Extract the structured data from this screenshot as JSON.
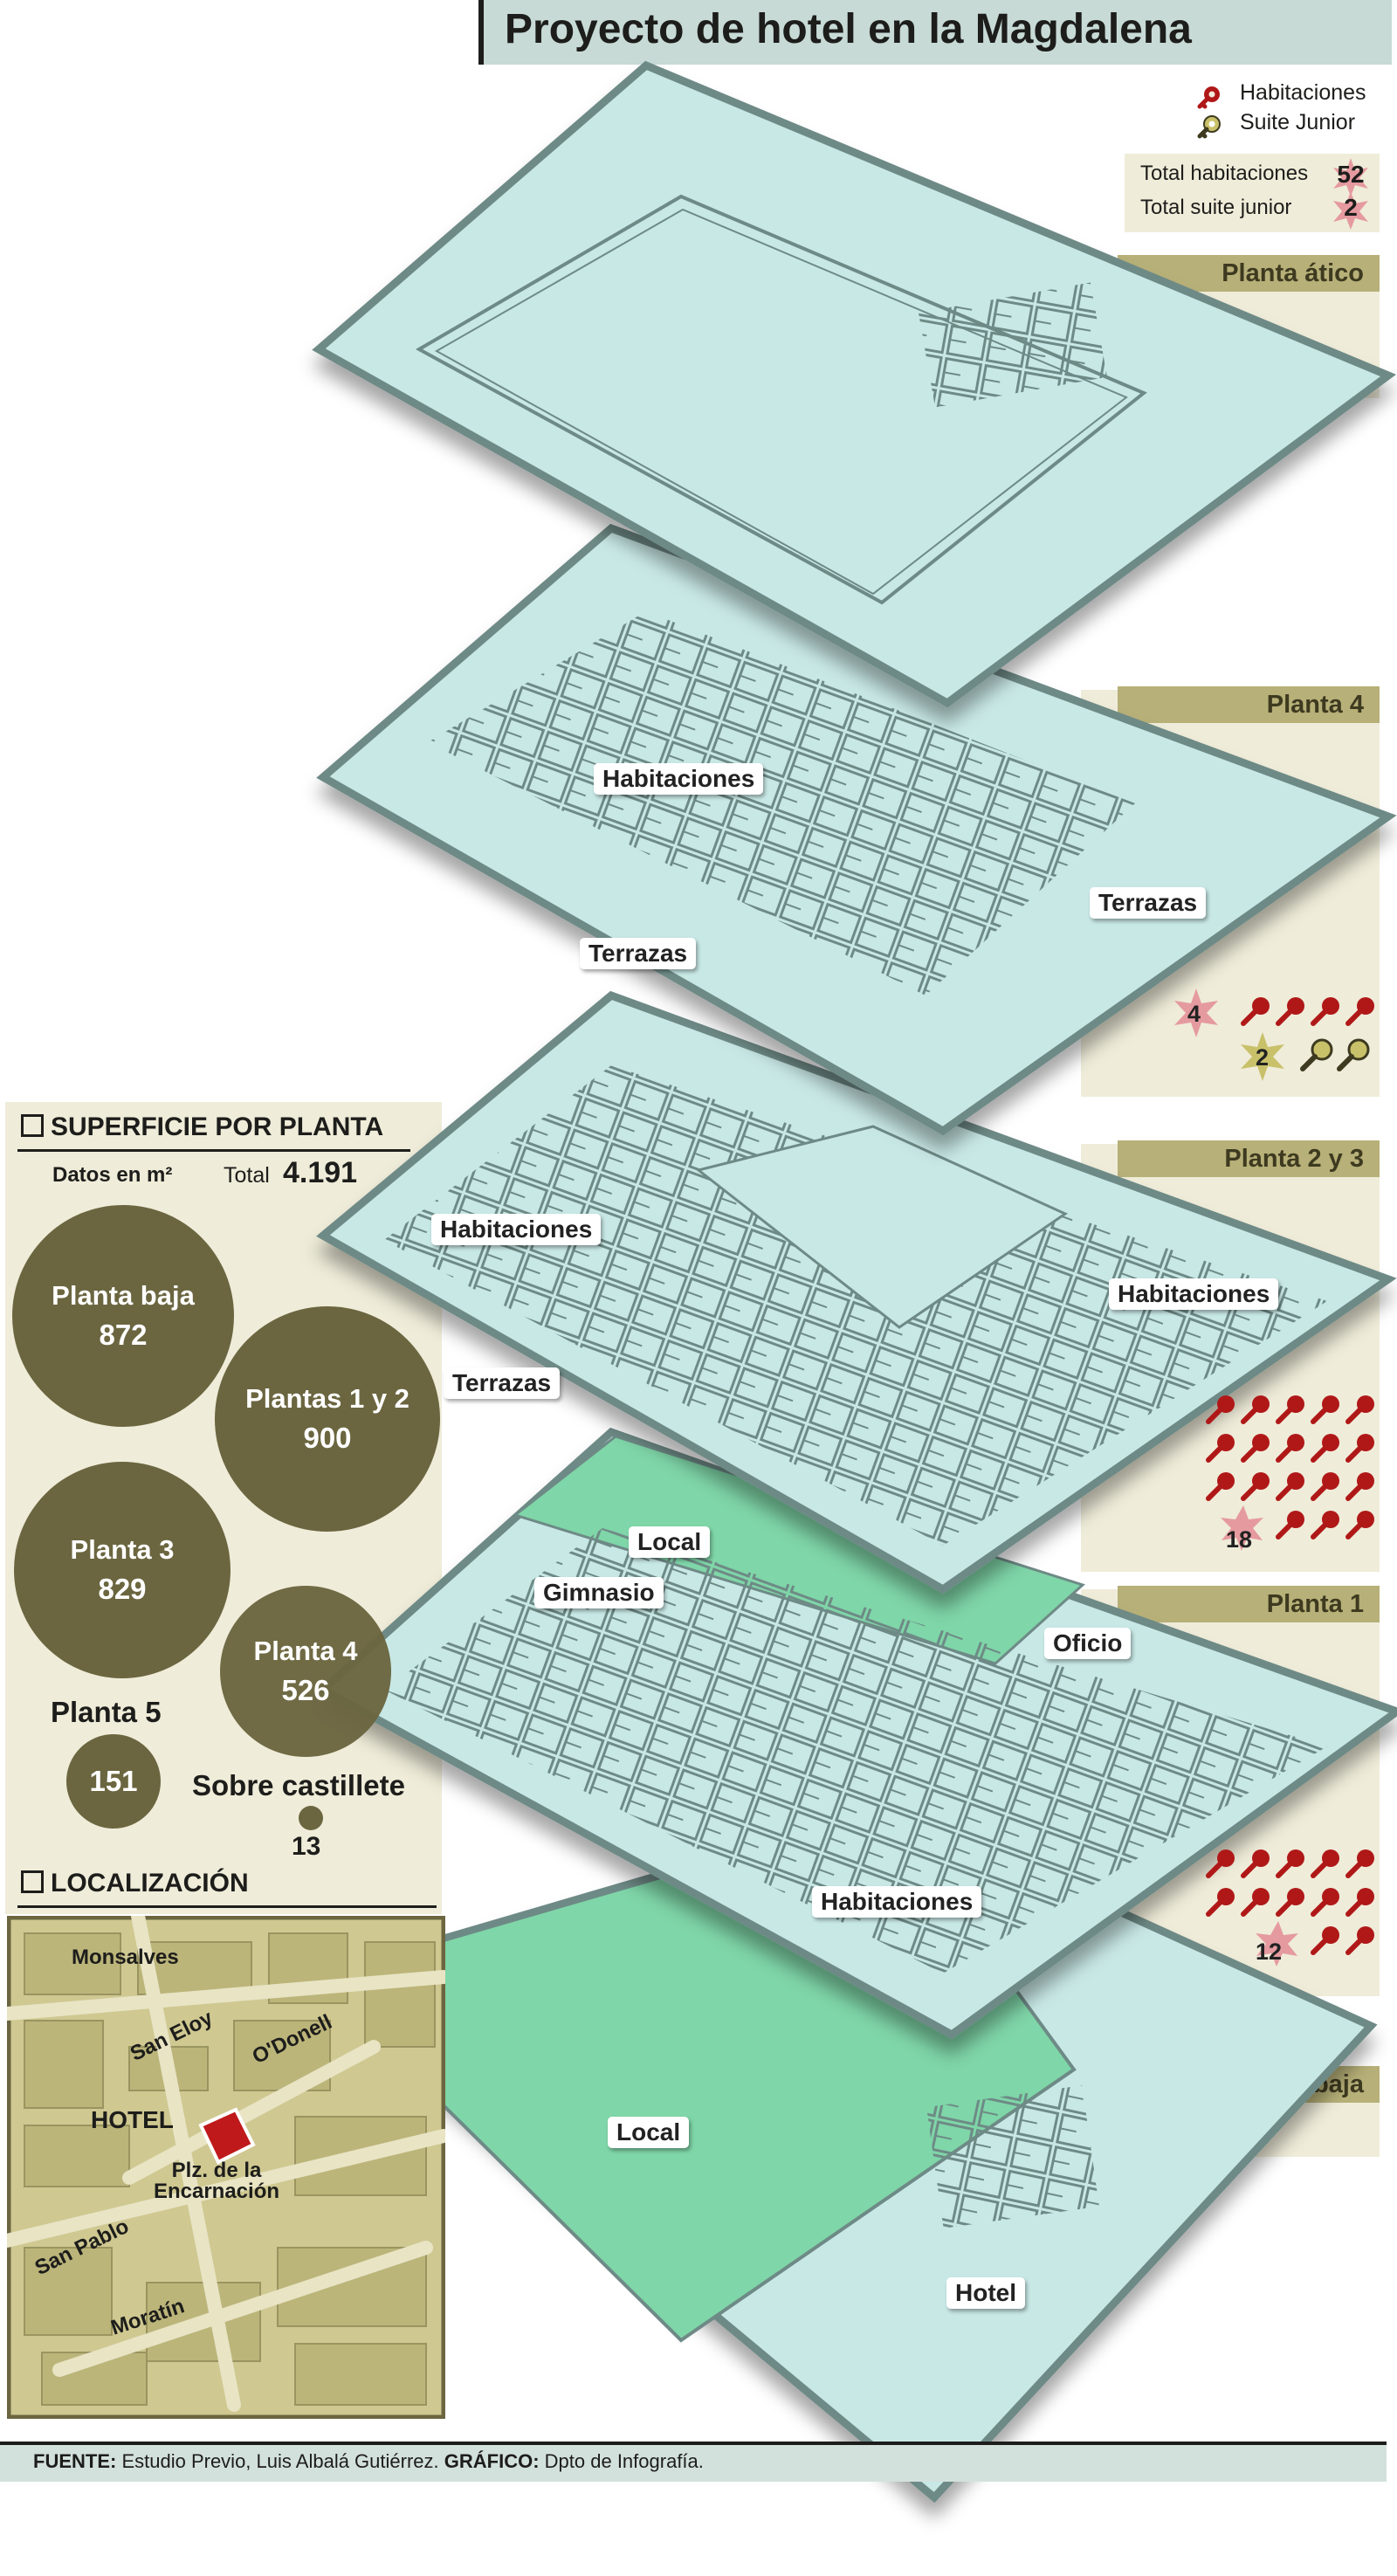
{
  "header": {
    "title": "Proyecto de hotel en la Magdalena"
  },
  "legend": {
    "rooms": "Habitaciones",
    "suite": "Suite Junior"
  },
  "totals": {
    "rooms_label": "Total habitaciones",
    "rooms_value": "52",
    "suite_label": "Total suite junior",
    "suite_value": "2"
  },
  "floors": {
    "attic": {
      "name": "Planta ático"
    },
    "floor4": {
      "name": "Planta 4",
      "rooms_count": "4",
      "suite_count": "2",
      "labels": [
        "Habitaciones",
        "Terrazas",
        "Terrazas"
      ]
    },
    "floor23": {
      "name": "Planta 2 y 3",
      "rooms_count": "18",
      "labels": [
        "Habitaciones",
        "Habitaciones",
        "Terrazas"
      ]
    },
    "floor1": {
      "name": "Planta 1",
      "rooms_count": "12",
      "labels": [
        "Local",
        "Gimnasio",
        "Oficio",
        "Habitaciones"
      ]
    },
    "ground": {
      "name": "Planta baja",
      "labels": [
        "Local",
        "Hotel"
      ]
    }
  },
  "surface": {
    "heading": "SUPERFICIE POR PLANTA",
    "units": "Datos en m²",
    "total_label": "Total",
    "total_value": "4.191",
    "items": [
      {
        "name": "Planta baja",
        "value": "872"
      },
      {
        "name": "Plantas 1 y 2",
        "value": "900"
      },
      {
        "name": "Planta 3",
        "value": "829"
      },
      {
        "name": "Planta 4",
        "value": "526"
      },
      {
        "name": "Planta 5",
        "value": "151"
      },
      {
        "name": "Sobre castillete",
        "value": "13"
      }
    ]
  },
  "location": {
    "heading": "LOCALIZACIÓN",
    "streets": [
      "Monsalves",
      "San Eloy",
      "O'Donell",
      "San Pablo",
      "Moratín"
    ],
    "plaza": "Plz. de la Encarnación",
    "hotel": "HOTEL"
  },
  "footer": {
    "source_label": "FUENTE:",
    "source_text": "Estudio Previo, Luis Albalá Gutiérrez.",
    "graphic_label": "GRÁFICO:",
    "graphic_text": "Dpto de Infografía."
  },
  "colors": {
    "floor_fill": "#c8e8e6",
    "floor_edge": "#6e8a86",
    "local_fill": "#7fd6a8",
    "circle": "#6b6640",
    "tag": "#b7b078",
    "panel": "#efecd9",
    "key_red": "#b01818",
    "key_yellow": "#c9c16a"
  }
}
